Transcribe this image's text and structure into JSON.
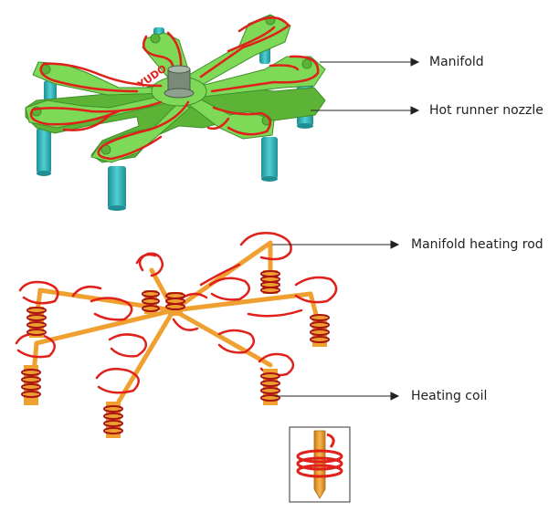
{
  "labels": {
    "manifold": "Manifold",
    "nozzle": "Hot runner nozzle",
    "heating_rod": "Manifold heating rod",
    "heating_coil": "Heating coil"
  },
  "brand": "YUDO",
  "colors": {
    "manifold_green": "#7ed957",
    "manifold_edge": "#3f8f2a",
    "heater_red": "#e0201a",
    "nozzle_teal": "#2fb3b8",
    "rod_orange": "#f0a030",
    "coil_dark_red": "#a8140f"
  }
}
